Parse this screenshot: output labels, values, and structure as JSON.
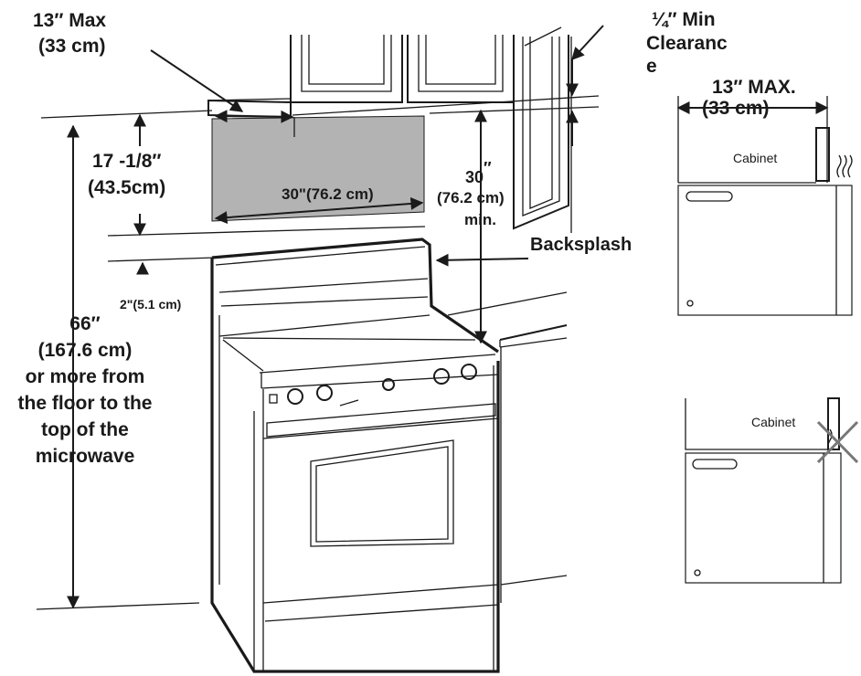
{
  "labels": {
    "max_depth": "13″ Max",
    "max_depth_cm": "(33 cm)",
    "clearance_line1": "¼″ Min",
    "clearance_line2": "Clearanc",
    "clearance_line3": "e",
    "height_in": "17 -1/8″",
    "height_cm": "(43.5cm)",
    "width": "30\"(76.2 cm)",
    "min_height_in": "30",
    "min_height_in_mark": "″",
    "min_height_cm": "(76.2 cm)",
    "min_height_suffix": "min.",
    "backsplash": "Backsplash",
    "gap": "2\"(5.1 cm)",
    "floor_height_in": "66″",
    "floor_height_cm": "(167.6 cm)",
    "floor_height_desc1": "or more from",
    "floor_height_desc2": "the floor to the",
    "floor_height_desc3": "top of the",
    "floor_height_desc4": "microwave"
  },
  "inset_top": {
    "max_depth": "13″ MAX.",
    "max_depth_cm": "(33 cm)",
    "cabinet": "Cabinet"
  },
  "inset_bottom": {
    "cabinet": "Cabinet"
  }
}
